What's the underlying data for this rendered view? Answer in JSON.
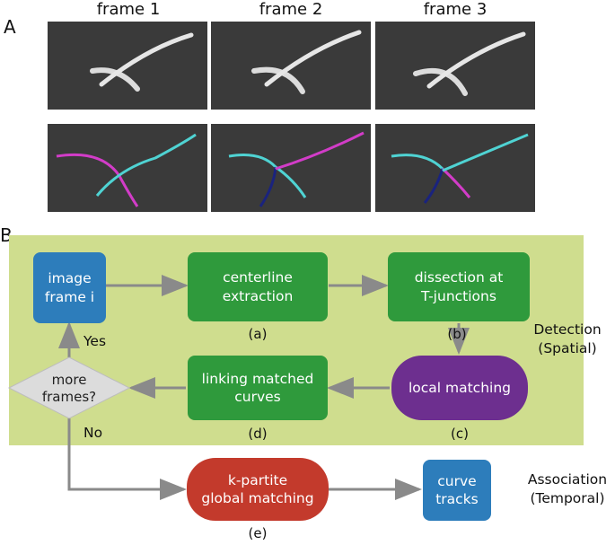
{
  "panel_a": {
    "label": "A",
    "frame_titles": [
      "frame 1",
      "frame 2",
      "frame 3"
    ]
  },
  "panel_b": {
    "label": "B",
    "nodes": {
      "image_frame": "image\nframe i",
      "centerline": "centerline\nextraction",
      "dissection": "dissection at\nT-junctions",
      "local_matching": "local matching",
      "linking": "linking matched\ncurves",
      "more_frames": "more\nframes?",
      "kpartite": "k-partite\nglobal matching",
      "curve_tracks": "curve\ntracks"
    },
    "captions": {
      "a": "(a)",
      "b": "(b)",
      "c": "(c)",
      "d": "(d)",
      "e": "(e)"
    },
    "edge_labels": {
      "yes": "Yes",
      "no": "No"
    },
    "side_labels": {
      "detection": "Detection\n(Spatial)",
      "association": "Association\n(Temporal)"
    }
  },
  "colors": {
    "green": "#2f9a3c",
    "blue": "#2d7dbb",
    "purple": "#6d2f8f",
    "red": "#c33a2c",
    "panel_bg": "#cfdd8e",
    "magenta": "#d23cc8",
    "cyan": "#4fd3d3",
    "navy": "#1a237e"
  }
}
